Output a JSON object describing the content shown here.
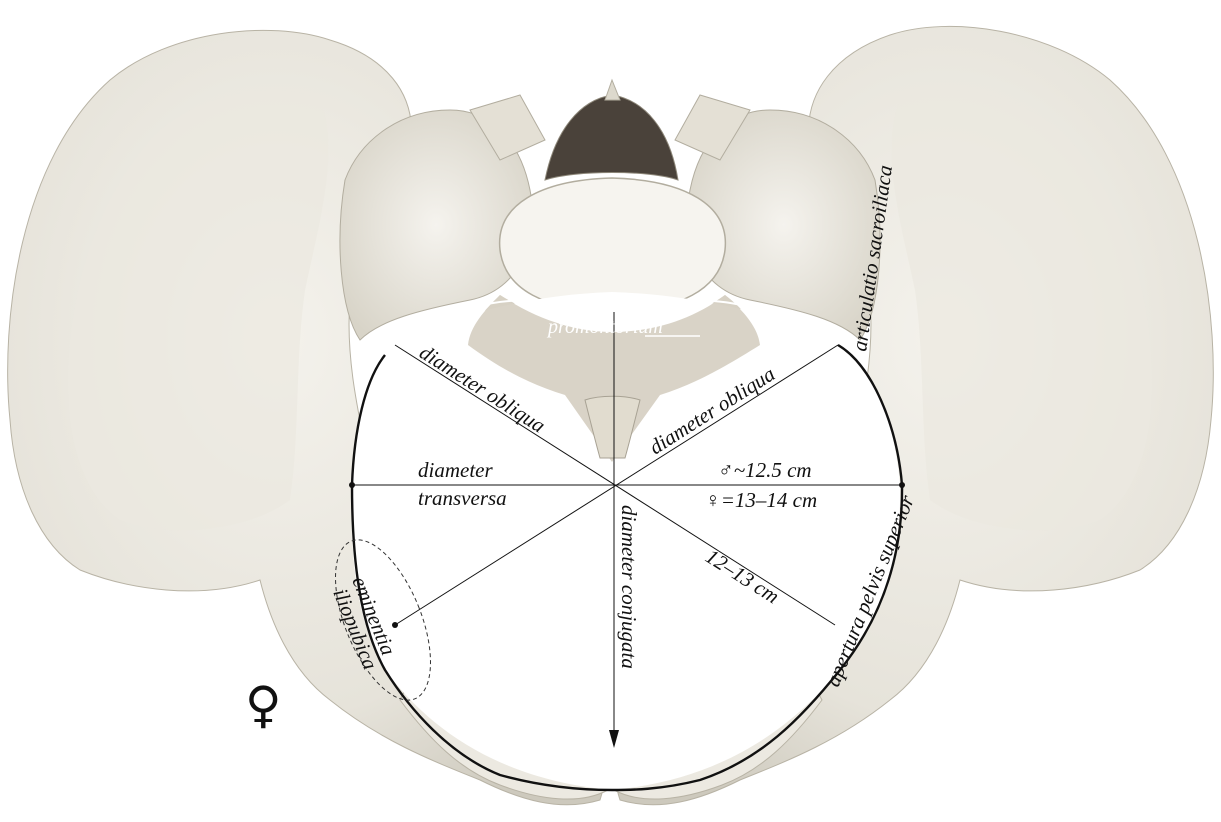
{
  "labels": {
    "promontorium": "promontorium",
    "articulatio": "articulatio sacroiliaca",
    "obliqua_left": "diameter obliqua",
    "obliqua_right": "diameter obliqua",
    "transversa_1": "diameter",
    "transversa_2": "transversa",
    "male_measure": "♂~12.5 cm",
    "female_measure": "♀=13–14 cm",
    "conjugata": "diameter conjugata",
    "oblique_measure": "12–13 cm",
    "apertura": "apertura pelvis superior",
    "eminentia_1": "eminentia",
    "eminentia_2": "iliopubica",
    "sex_symbol": "♀"
  },
  "colors": {
    "bone_light": "#f2f0ea",
    "bone_mid": "#e3e0d6",
    "bone_shadow": "#c9c5b8",
    "cavity_dark": "#3a342d",
    "line": "#111111"
  }
}
